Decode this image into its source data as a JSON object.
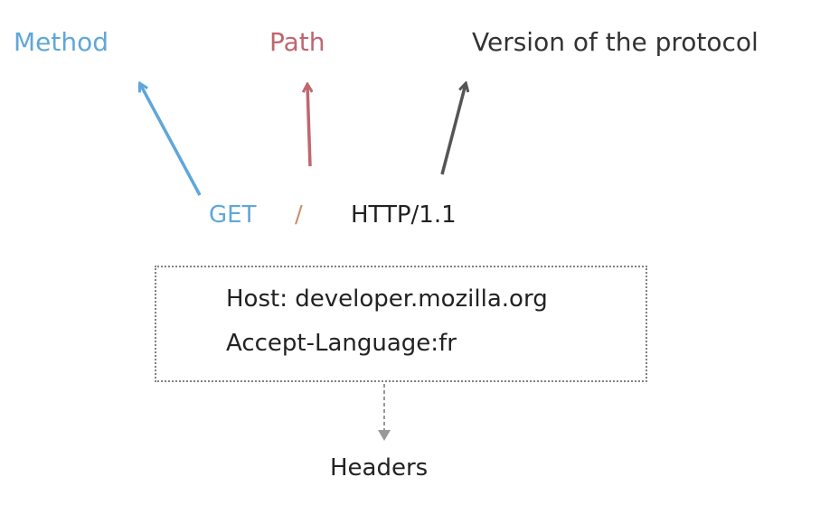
{
  "labels": {
    "method": "Method",
    "path": "Path",
    "version": "Version of the protocol"
  },
  "request_line": {
    "method": "GET",
    "path": "/",
    "version": "HTTP/1.1"
  },
  "headers": {
    "lines": [
      "Host: developer.mozilla.org",
      "Accept-Language:fr"
    ],
    "caption": "Headers"
  },
  "colors": {
    "method": "#5fa7d9",
    "path": "#c0666f",
    "path_glyph": "#c8906c",
    "version": "#333333",
    "version_arrow": "#555555",
    "headers_arrow": "#999999",
    "text": "#222222"
  }
}
